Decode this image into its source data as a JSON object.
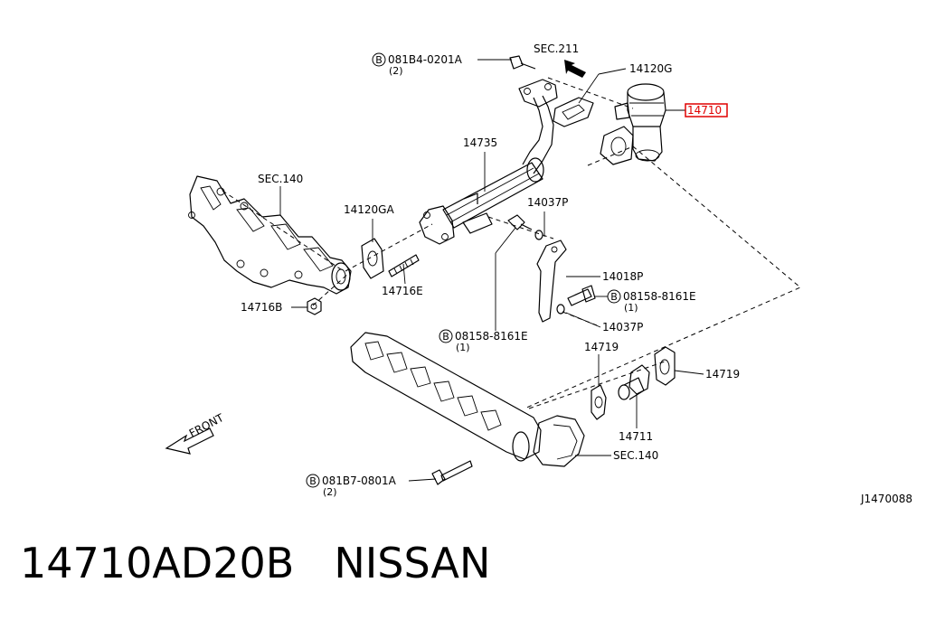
{
  "diagram": {
    "labels": {
      "sec211": "SEC.211",
      "bolt_081b4": "081B4-0201A",
      "bolt_081b4_qty": "(2)",
      "gasket_14120g": "14120G",
      "valve_14710": "14710",
      "tube_14735": "14735",
      "sec140_top": "SEC.140",
      "gasket_14120ga": "14120GA",
      "washer_14037p_top": "14037P",
      "stud_14716e": "14716E",
      "nut_14716b": "14716B",
      "bracket_14018p": "14018P",
      "bolt_08158_right": "08158-8161E",
      "bolt_08158_right_qty": "(1)",
      "washer_14037p_bottom": "14037P",
      "bolt_08158_left": "08158-8161E",
      "bolt_08158_left_qty": "(1)",
      "gasket_14719_left": "14719",
      "gasket_14719_right": "14719",
      "pipe_14711": "14711",
      "sec140_bottom": "SEC.140",
      "bolt_081b7": "081B7-0801A",
      "bolt_081b7_qty": "(2)",
      "front": "FRONT",
      "bolt_prefix": "B",
      "diagram_id": "J1470088"
    },
    "highlight_color": "#e00000"
  },
  "caption": {
    "part_number": "14710AD20B",
    "brand": "NISSAN"
  }
}
